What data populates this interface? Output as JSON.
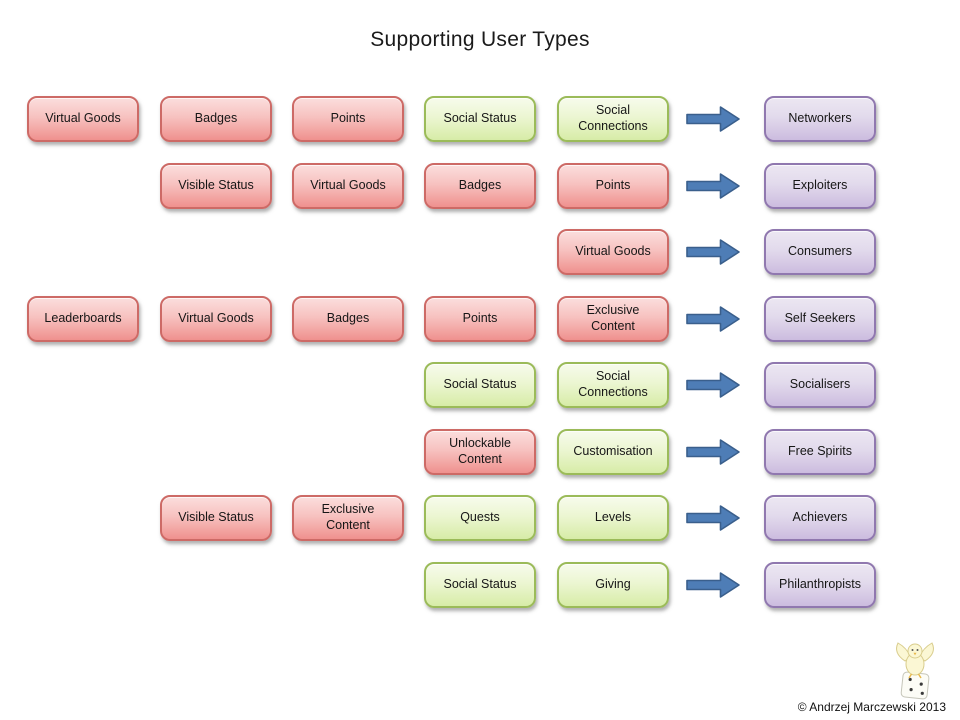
{
  "title": "Supporting User Types",
  "copyright": "© Andrzej Marczewski 2013",
  "logo_icon": "bird-on-die",
  "arrow_icon": "right-arrow",
  "colors": {
    "red_box_border": "#cd6a66",
    "red_box_top": "#fbdedd",
    "red_box_bottom": "#ef918e",
    "green_box_border": "#9bbb59",
    "green_box_top": "#f7fbec",
    "green_box_bottom": "#d7eca7",
    "purple_box_border": "#9078af",
    "purple_box_top": "#ece7f2",
    "purple_box_bottom": "#ccbcdf",
    "arrow_fill": "#4e7db6",
    "arrow_border": "#3a5f8c",
    "box_text": "#161616",
    "title_text": "#1a1a1a"
  },
  "rows": [
    {
      "user_type": "Networkers",
      "mechanics": [
        {
          "col": 1,
          "label": "Virtual Goods",
          "color": "red"
        },
        {
          "col": 2,
          "label": "Badges",
          "color": "red"
        },
        {
          "col": 3,
          "label": "Points",
          "color": "red"
        },
        {
          "col": 4,
          "label": "Social Status",
          "color": "green"
        },
        {
          "col": 5,
          "label": "Social Connections",
          "color": "green"
        }
      ]
    },
    {
      "user_type": "Exploiters",
      "mechanics": [
        {
          "col": 2,
          "label": "Visible Status",
          "color": "red"
        },
        {
          "col": 3,
          "label": "Virtual Goods",
          "color": "red"
        },
        {
          "col": 4,
          "label": "Badges",
          "color": "red"
        },
        {
          "col": 5,
          "label": "Points",
          "color": "red"
        }
      ]
    },
    {
      "user_type": "Consumers",
      "mechanics": [
        {
          "col": 5,
          "label": "Virtual Goods",
          "color": "red"
        }
      ]
    },
    {
      "user_type": "Self Seekers",
      "mechanics": [
        {
          "col": 1,
          "label": "Leaderboards",
          "color": "red"
        },
        {
          "col": 2,
          "label": "Virtual Goods",
          "color": "red"
        },
        {
          "col": 3,
          "label": "Badges",
          "color": "red"
        },
        {
          "col": 4,
          "label": "Points",
          "color": "red"
        },
        {
          "col": 5,
          "label": "Exclusive Content",
          "color": "red"
        }
      ]
    },
    {
      "user_type": "Socialisers",
      "mechanics": [
        {
          "col": 4,
          "label": "Social Status",
          "color": "green"
        },
        {
          "col": 5,
          "label": "Social Connections",
          "color": "green"
        }
      ]
    },
    {
      "user_type": "Free Spirits",
      "mechanics": [
        {
          "col": 4,
          "label": "Unlockable Content",
          "color": "red"
        },
        {
          "col": 5,
          "label": "Customisation",
          "color": "green"
        }
      ]
    },
    {
      "user_type": "Achievers",
      "mechanics": [
        {
          "col": 2,
          "label": "Visible Status",
          "color": "red"
        },
        {
          "col": 3,
          "label": "Exclusive Content",
          "color": "red"
        },
        {
          "col": 4,
          "label": "Quests",
          "color": "green"
        },
        {
          "col": 5,
          "label": "Levels",
          "color": "green"
        }
      ]
    },
    {
      "user_type": "Philanthropists",
      "mechanics": [
        {
          "col": 4,
          "label": "Social Status",
          "color": "green"
        },
        {
          "col": 5,
          "label": "Giving",
          "color": "green"
        }
      ]
    }
  ]
}
